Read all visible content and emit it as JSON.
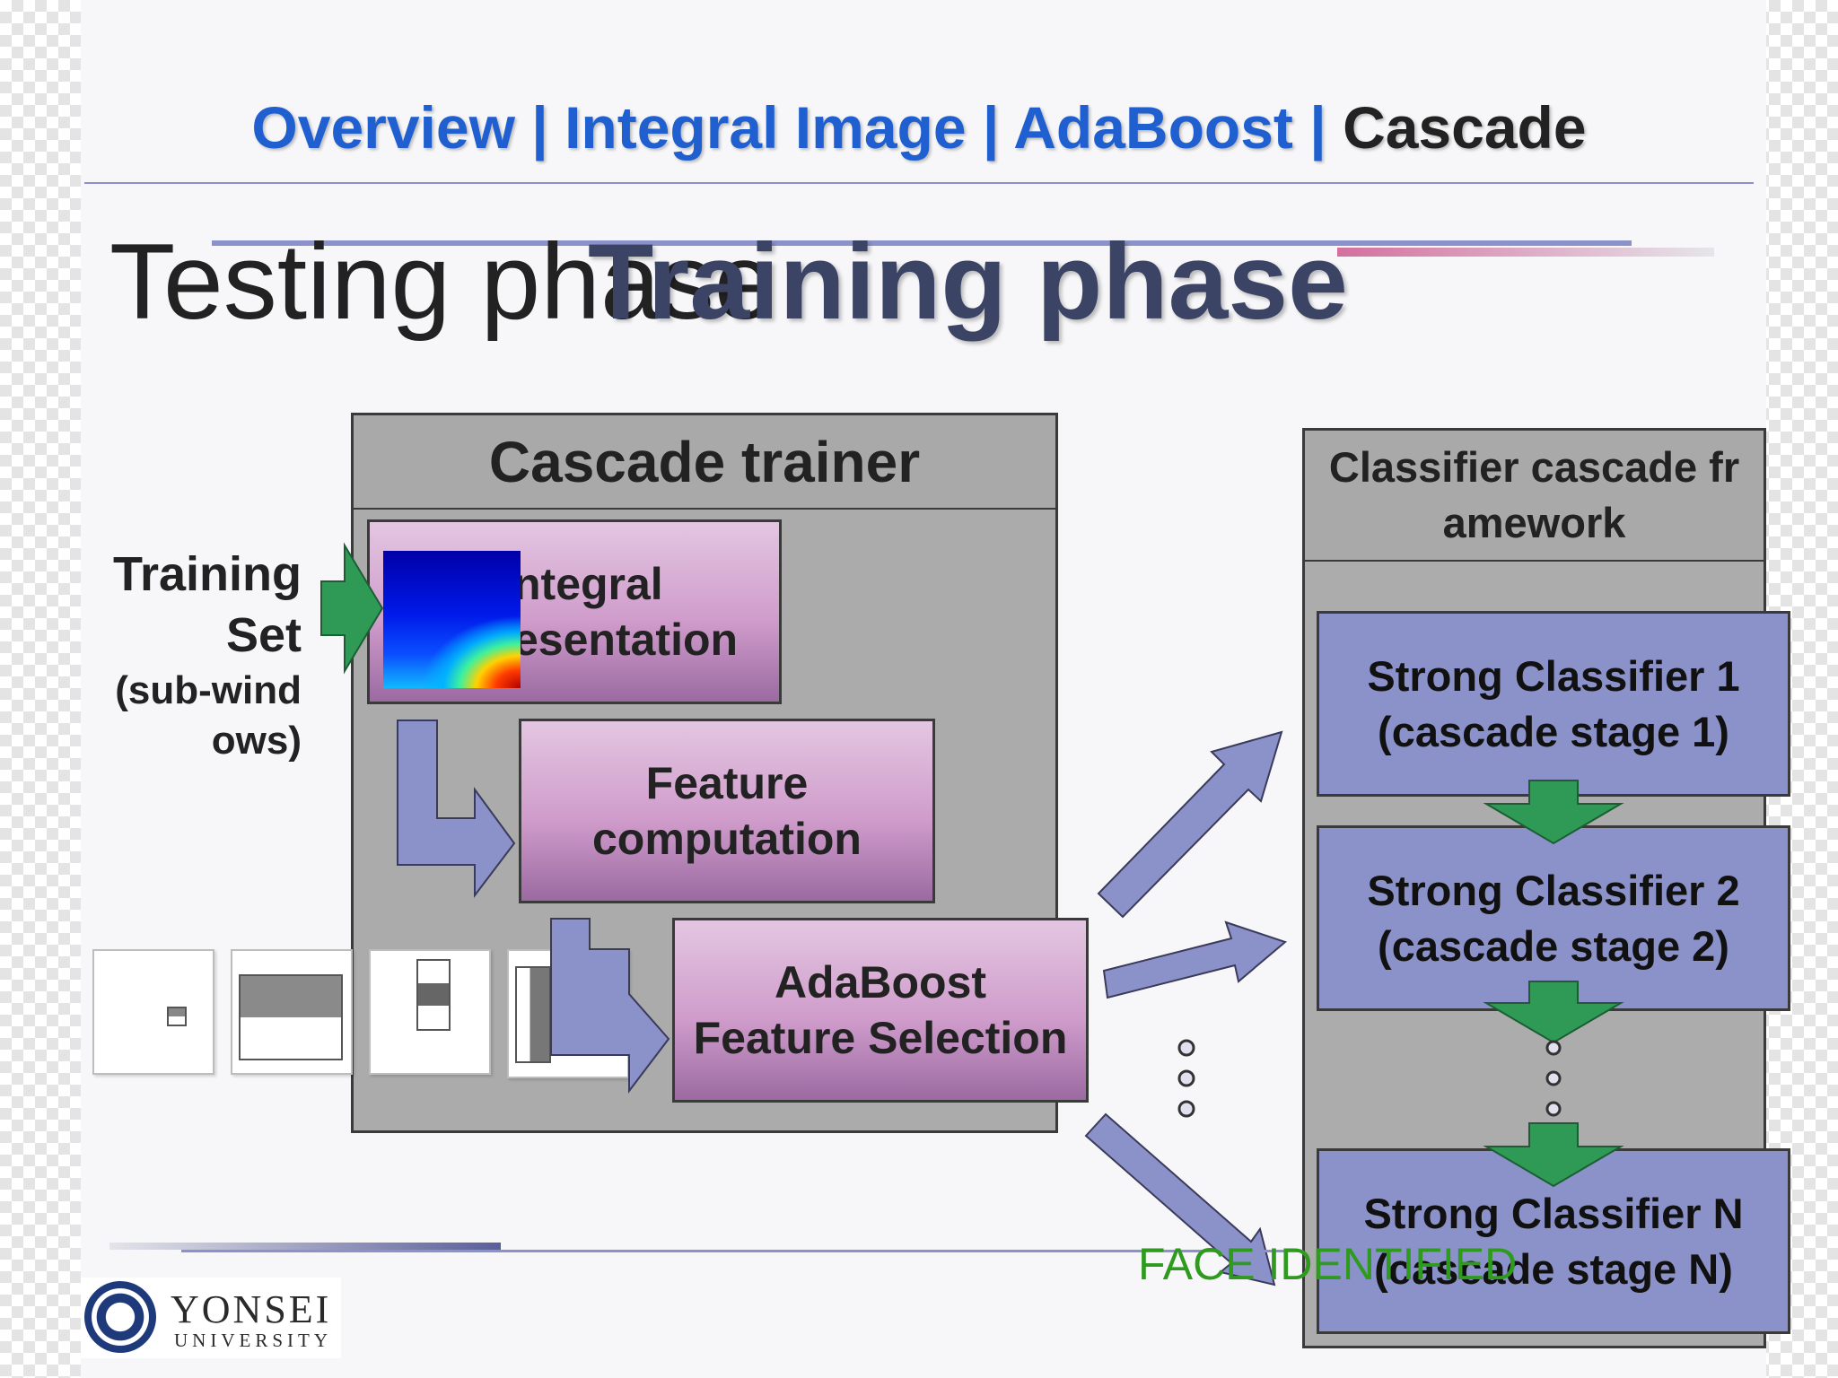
{
  "nav": {
    "items": [
      "Overview",
      "Integral Image",
      "AdaBoost"
    ],
    "separator": " | ",
    "current": "Cascade"
  },
  "titles": {
    "under": "Testing phase",
    "over": "Training phase"
  },
  "input": {
    "title_line1": "Training",
    "title_line2": "Set",
    "sub_line1": "(sub-wind",
    "sub_line2": "ows)"
  },
  "trainer": {
    "title": "Cascade trainer",
    "integral_line1": "ntegral",
    "integral_line2": "esentation",
    "feature_line1": "Feature",
    "feature_line2": "computation",
    "adaboost_line1": "AdaBoost",
    "adaboost_line2": "Feature Selection"
  },
  "cascade": {
    "title_line1": "Classifier cascade fr",
    "title_line2": "amework",
    "stages": [
      {
        "line1": "Strong Classifier 1",
        "line2": "(cascade stage 1)"
      },
      {
        "line1": "Strong Classifier 2",
        "line2": "(cascade stage 2)"
      },
      {
        "line1": "Strong Classifier N",
        "line2": "(cascade stage N)"
      }
    ]
  },
  "overlay_text": "FACE IDENTIFIED",
  "logo": {
    "name": "YONSEI",
    "sub": "UNIVERSITY"
  },
  "colors": {
    "nav_link": "#1f5fd0",
    "arrow_green": "#2e9a55",
    "arrow_blue": "#8b92c9",
    "box_purple": "#cf9ccb",
    "stage_blue": "#8b92c9",
    "face_text": "#2e9a1e"
  }
}
